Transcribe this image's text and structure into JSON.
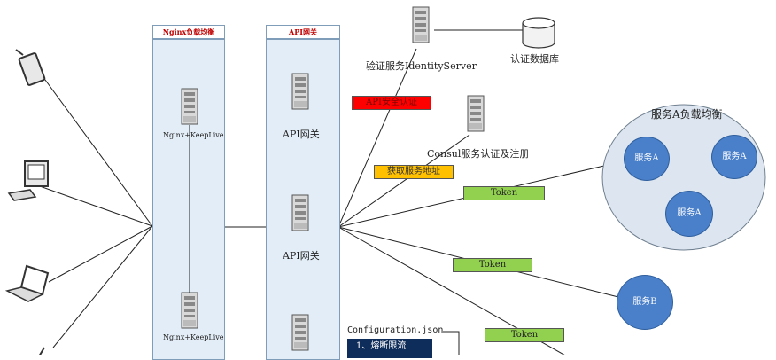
{
  "columns": {
    "nginx_header": "Nginx负载均衡",
    "api_header": "API网关"
  },
  "nodes": {
    "nginx_top": "Nginx+KeepLive",
    "nginx_bottom": "Nginx+KeepLive",
    "api_top": "API网关",
    "api_mid": "API网关",
    "identity_server": "验证服务IdentityServer",
    "auth_db": "认证数据库",
    "consul": "Consul服务认证及注册"
  },
  "tags": {
    "api_auth": "API安全认证",
    "get_address": "获取服务地址",
    "token_1": "Token",
    "token_2": "Token",
    "token_3": "Token"
  },
  "cluster": {
    "title": "服务A负载均衡",
    "node_1": "服务A",
    "node_2": "服务A",
    "node_3": "服务A"
  },
  "service_b": "服务B",
  "config": {
    "filename": "Configuration.json",
    "item_1": "1、熔断限流"
  },
  "colors": {
    "panel_fill": "#e3edf7",
    "header_text": "#c00000",
    "service_fill": "#4a7fc9",
    "cluster_fill": "#dde6f0",
    "tag_red": "#ff0000",
    "tag_orange": "#ffc000",
    "tag_green": "#92d050"
  }
}
